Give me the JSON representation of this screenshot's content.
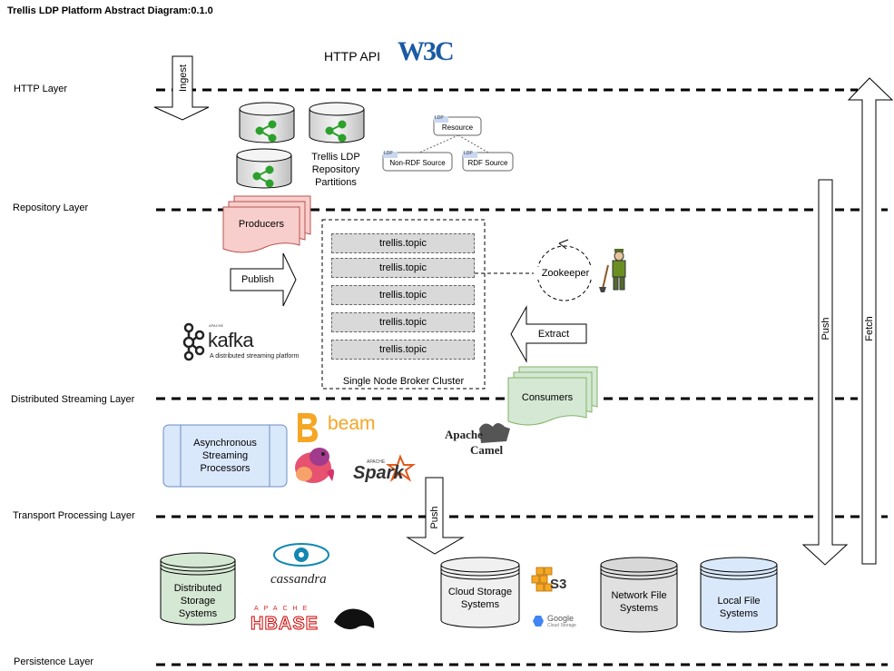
{
  "title": "Trellis LDP Platform Abstract Diagram:0.1.0",
  "layers": {
    "http": "HTTP Layer",
    "repository": "Repository Layer",
    "streaming": "Distributed Streaming Layer",
    "transport": "Transport Processing Layer",
    "persistence": "Persistence Layer"
  },
  "http_api": {
    "label": "HTTP API",
    "logo": "W3C"
  },
  "arrows": {
    "ingest": "Ingest",
    "publish": "Publish",
    "extract": "Extract",
    "push_transport": "Push",
    "push_right": "Push",
    "fetch": "Fetch"
  },
  "repository": {
    "partitions_label": "Trellis LDP Repository Partitions",
    "resource_model": {
      "resource": "Resource",
      "non_rdf_source": "Non-RDF Source",
      "rdf_source": "RDF Source",
      "tag": "LDP"
    }
  },
  "kafka": {
    "producers": "Producers",
    "consumers": "Consumers",
    "topics": [
      "trellis.topic",
      "trellis.topic",
      "trellis.topic",
      "trellis.topic",
      "trellis.topic"
    ],
    "cluster_label": "Single Node Broker Cluster",
    "zookeeper": "Zookeeper",
    "logo_name": "kafka",
    "logo_tagline": "A distributed streaming platform",
    "logo_prefix": "APACHE"
  },
  "streaming": {
    "async_processors": "Asynchronous Streaming Processors",
    "beam": "beam",
    "spark": "Spark",
    "spark_prefix": "APACHE",
    "camel_top": "Apache",
    "camel_bottom": "Camel"
  },
  "persistence": {
    "distributed": "Distributed Storage Systems",
    "cassandra": "cassandra",
    "hbase_prefix": "APACHE",
    "hbase": "HBASE",
    "cloud": "Cloud Storage Systems",
    "s3": "S3",
    "google": "Google",
    "google_sub": "Cloud Storage",
    "nfs": "Network File Systems",
    "local": "Local File Systems"
  },
  "colors": {
    "producers_fill": "#f8cecc",
    "producers_stroke": "#b85450",
    "consumers_fill": "#d5e8d4",
    "consumers_stroke": "#82b366",
    "async_fill": "#dae8fc",
    "async_stroke": "#6c8ebf",
    "topic_fill": "#d9d9d9",
    "green_node": "#2ca02c",
    "local_fill": "#dae8fc",
    "nfs_fill": "#e0e0e0"
  }
}
